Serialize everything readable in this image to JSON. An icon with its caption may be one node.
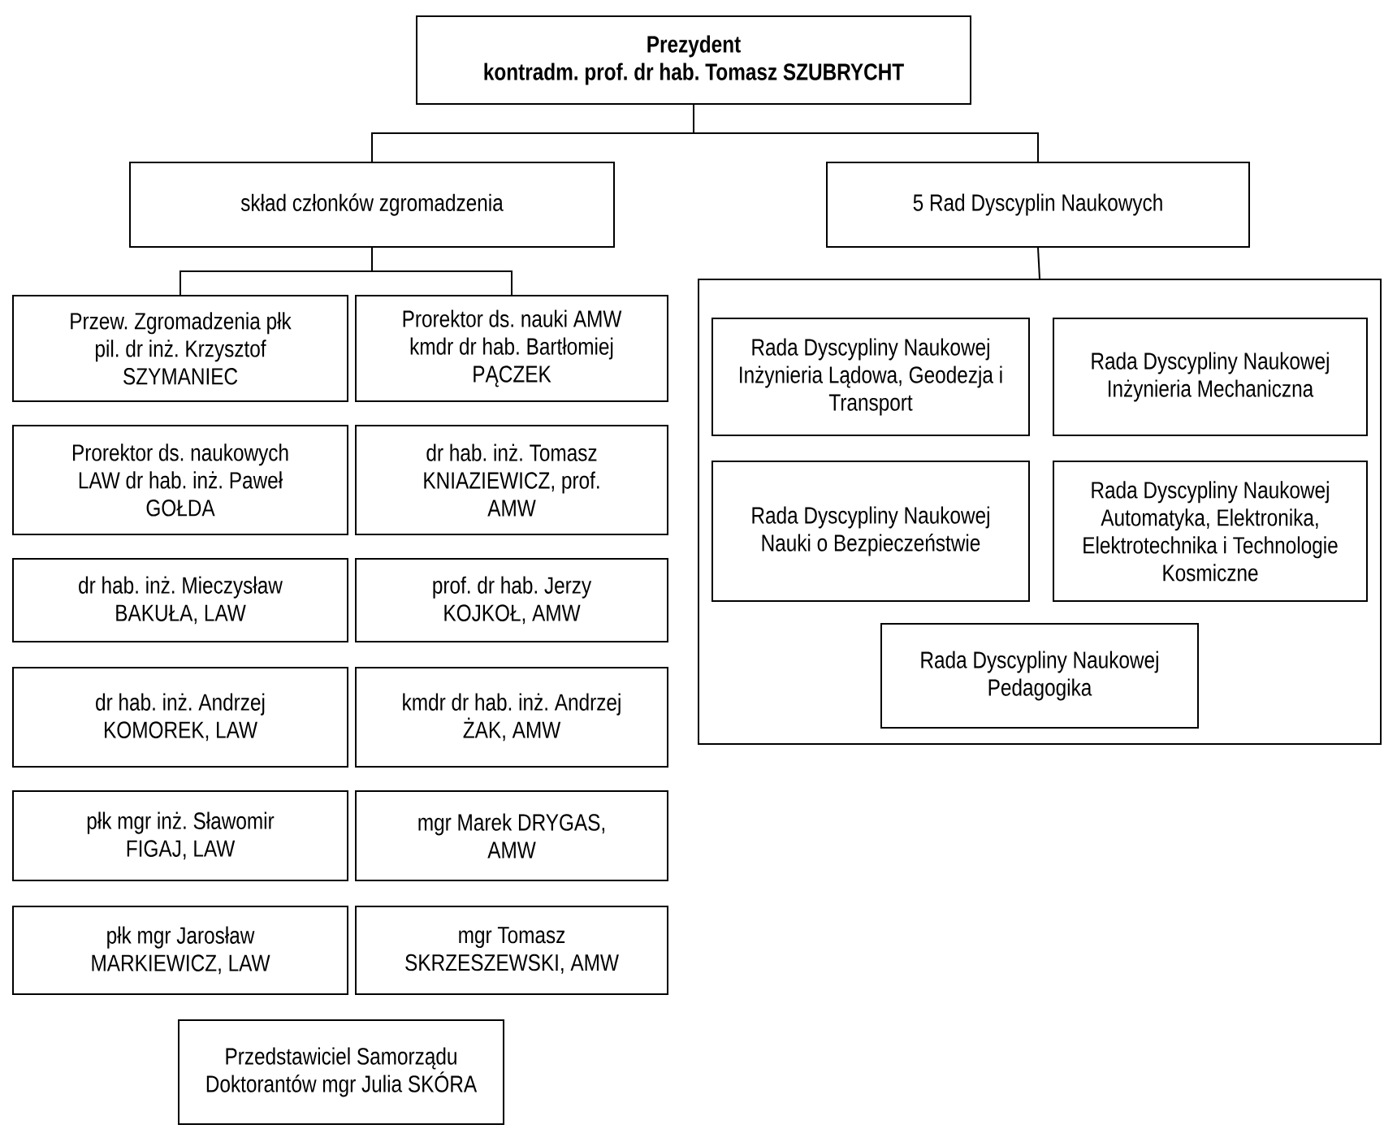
{
  "diagram": {
    "nodes": [
      {
        "text": [
          "Prezydent",
          "kontradm. prof. dr hab. Tomasz SZUBRYCHT"
        ]
      },
      {
        "text": [
          "skład członków zgromadzenia"
        ]
      },
      {
        "text": [
          "5 Rad Dyscyplin Naukowych"
        ]
      },
      {
        "text": [],
        "shape": "box"
      },
      {
        "text": [
          "Rada Dyscypliny Naukowej Inżynieria Lądowa, Geodezja i Transport"
        ],
        "in": 3
      },
      {
        "text": [
          "Rada Dyscypliny Naukowej Inżynieria Mechaniczna"
        ],
        "in": 3
      },
      {
        "text": [
          "Rada Dyscypliny Naukowej Nauki o Bezpieczeństwie"
        ],
        "in": 3
      },
      {
        "text": [
          "Rada Dyscypliny Naukowej Automatyka, Elektronika, Elektrotechnika i Technologie Kosmiczne"
        ],
        "in": 3
      },
      {
        "text": [
          "Rada Dyscypliny Naukowej Pedagogika"
        ],
        "in": 3
      },
      {
        "text": [
          "Przew. Zgromadzenia płk pil. dr inż. Krzysztof SZYMANIEC"
        ]
      },
      {
        "text": [
          "Prorektor ds. naukowych LAW dr hab. inż. Paweł GOŁDA"
        ]
      },
      {
        "text": [
          "dr hab. inż. Mieczysław BAKUŁA, LAW"
        ]
      },
      {
        "text": [
          "dr hab. inż. Andrzej KOMOREK, LAW"
        ]
      },
      {
        "text": [
          "płk mgr inż. Sławomir FIGAJ, LAW"
        ]
      },
      {
        "text": [
          "płk mgr Jarosław MARKIEWICZ, LAW"
        ]
      },
      {
        "text": [
          "Prorektor ds. nauki AMW kmdr dr hab. Bartłomiej PĄCZEK"
        ]
      },
      {
        "text": [
          "dr hab. inż. Tomasz KNIAZIEWICZ, prof. AMW"
        ]
      },
      {
        "text": [
          "prof. dr hab. Jerzy KOJKOŁ, AMW"
        ]
      },
      {
        "text": [
          "kmdr dr hab. inż. Andrzej ŻAK, AMW"
        ]
      },
      {
        "text": [
          "mgr Marek DRYGAS, AMW"
        ]
      },
      {
        "text": [
          "mgr Tomasz SKRZESZEWSKI, AMW"
        ]
      },
      {
        "text": [
          "Przedstawiciel Samorządu Doktorantów mgr Julia SKÓRA"
        ]
      }
    ],
    "edges": [
      {
        "from": 0,
        "to": 1,
        "arrow": "none"
      },
      {
        "from": 0,
        "to": 2,
        "arrow": "none"
      },
      {
        "from": 1,
        "to": 9,
        "arrow": "none"
      },
      {
        "from": 1,
        "to": 15,
        "arrow": "none"
      },
      {
        "from": 2,
        "to": 3,
        "arrow": "none"
      }
    ]
  }
}
